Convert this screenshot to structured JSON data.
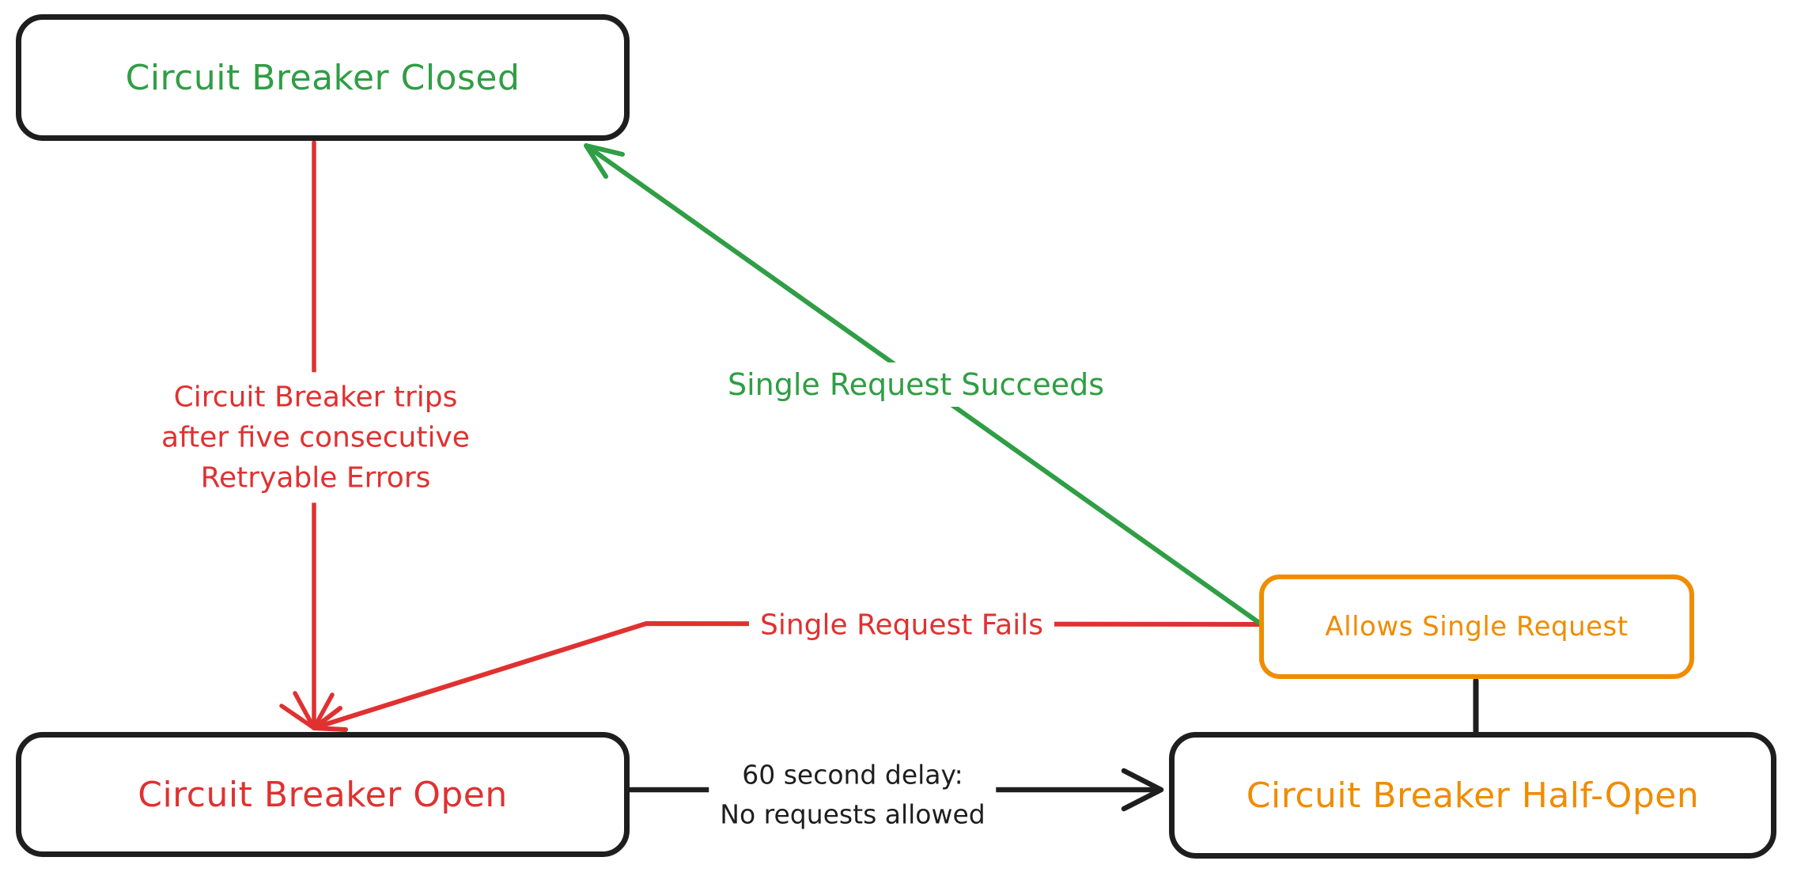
{
  "colors": {
    "green": "#2f9e44",
    "red": "#e03131",
    "orange": "#f08c00",
    "black": "#1e1e1e",
    "bg": "#ffffff"
  },
  "nodes": [
    {
      "id": "closed",
      "label": "Circuit Breaker Closed",
      "text_color": "green",
      "border_color": "black"
    },
    {
      "id": "open",
      "label": "Circuit Breaker Open",
      "text_color": "red",
      "border_color": "black"
    },
    {
      "id": "half_open",
      "label": "Circuit Breaker Half-Open",
      "text_color": "orange",
      "border_color": "black"
    },
    {
      "id": "allows",
      "label": "Allows Single Request",
      "text_color": "orange",
      "border_color": "orange"
    }
  ],
  "edges": [
    {
      "id": "trips",
      "from": "closed",
      "to": "open",
      "color": "red",
      "label_lines": [
        "Circuit Breaker trips",
        "after five consecutive",
        "Retryable Errors"
      ]
    },
    {
      "id": "succeeds",
      "from": "allows",
      "to": "closed",
      "color": "green",
      "label_lines": [
        "Single Request Succeeds"
      ]
    },
    {
      "id": "fails",
      "from": "allows",
      "to": "open",
      "color": "red",
      "label_lines": [
        "Single Request Fails"
      ]
    },
    {
      "id": "delay",
      "from": "open",
      "to": "half_open",
      "color": "black",
      "label_lines": [
        "60 second delay:",
        "No requests allowed"
      ]
    },
    {
      "id": "probe",
      "from": "half_open",
      "to": "allows",
      "color": "black",
      "label_lines": []
    }
  ]
}
